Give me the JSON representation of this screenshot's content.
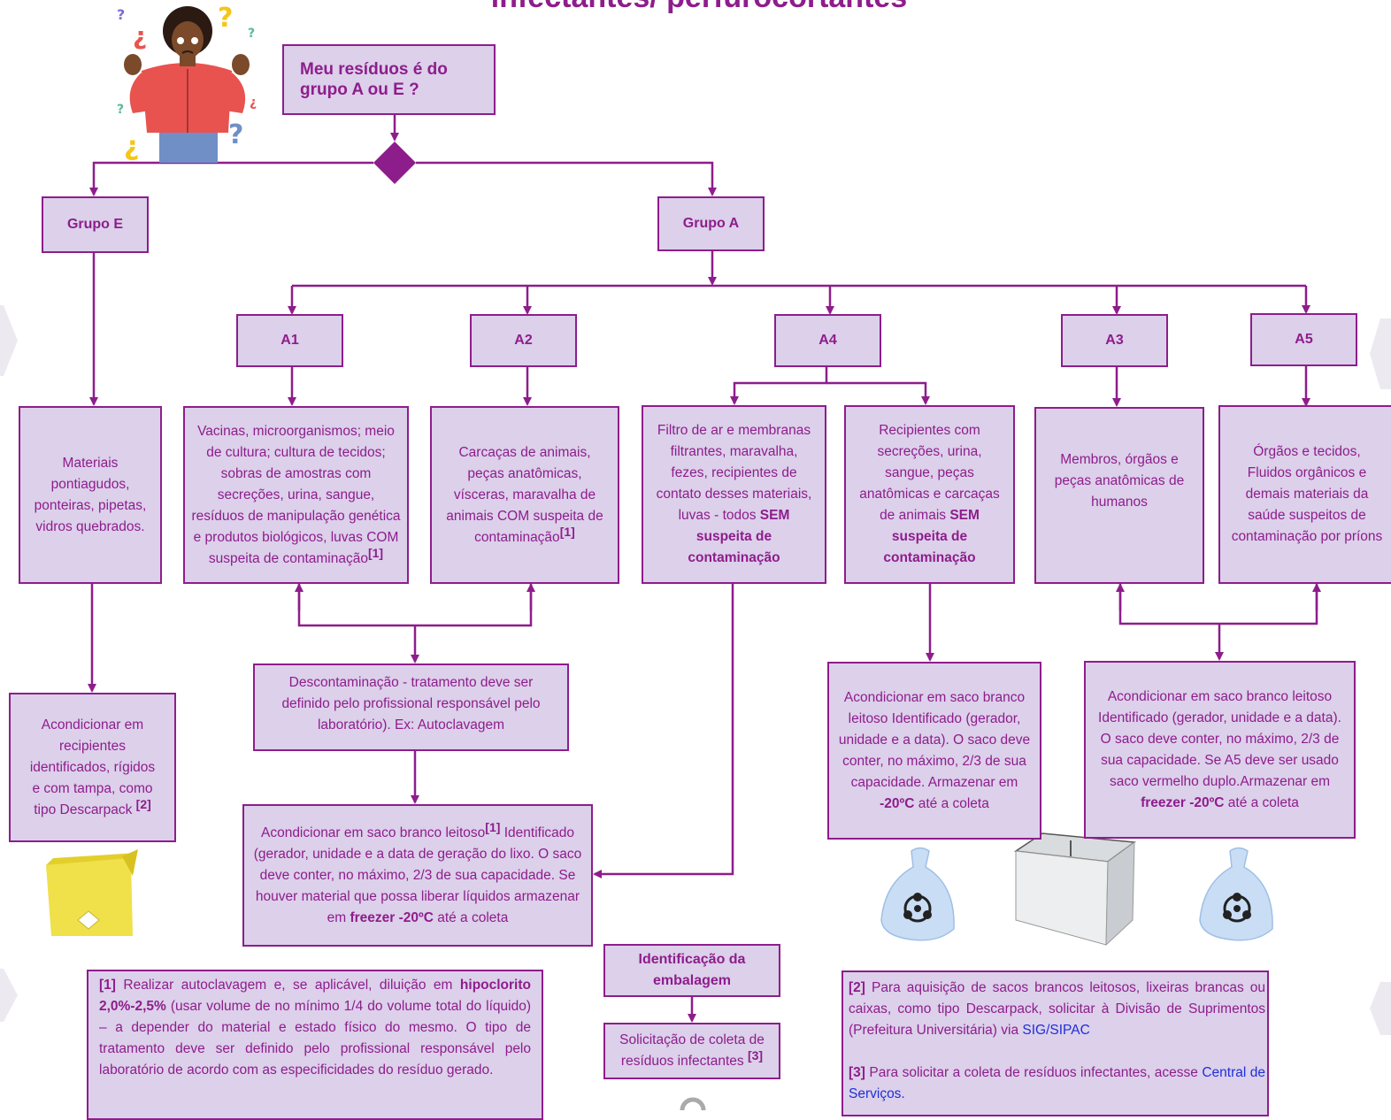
{
  "title": "infectantes/ perfurocortantes",
  "question": "Meu resíduos é do grupo A ou E ?",
  "groups": {
    "e": "Grupo E",
    "a": "Grupo A"
  },
  "subgroups": {
    "a1": "A1",
    "a2": "A2",
    "a4": "A4",
    "a3": "A3",
    "a5": "A5"
  },
  "descriptions": {
    "e": "Materiais pontiagudos, ponteiras, pipetas, vidros quebrados.",
    "a1": "Vacinas, microorganismos; meio de cultura; cultura de tecidos; sobras de amostras com secreções, urina, sangue, resíduos de manipulação genética e produtos biológicos, luvas COM suspeita de contaminação",
    "a1_ref": "[1]",
    "a2": "Carcaças de animais, peças anatômicas, vísceras, maravalha de animais COM suspeita de contaminação",
    "a2_ref": "[1]",
    "a4_left_pre": "Filtro de ar e membranas filtrantes, maravalha, fezes, recipientes de contato desses materiais, luvas - todos ",
    "a4_left_bold": "SEM suspeita de contaminação",
    "a4_right_pre": "Recipientes com secreções, urina, sangue, peças anatômicas e carcaças de animais ",
    "a4_right_bold": "SEM suspeita de contaminação",
    "a3": "Membros, órgãos e peças anatômicas de humanos",
    "a5": "Órgãos e tecidos, Fluidos orgânicos e demais materiais da saúde suspeitos de contaminação por príons"
  },
  "actions": {
    "e": "Acondicionar em recipientes identificados, rígidos e com tampa, como tipo Descarpack",
    "e_ref": "[2]",
    "decon": "Descontaminação - tratamento deve ser definido pelo profissional responsável pelo laboratório). Ex: Autoclavagem",
    "bag_main_1": "Acondicionar em saco branco leitoso",
    "bag_main_ref": "[1]",
    "bag_main_2": " Identificado (gerador, unidade e a data de geração do lixo. O saco deve conter, no máximo, 2/3 de sua capacidade. Se houver material que possa liberar líquidos armazenar em ",
    "bag_main_bold": "freezer -20ºC",
    "bag_main_3": " até a coleta",
    "bag_a4_1": "Acondicionar em saco branco leitoso Identificado (gerador, unidade e a data). O saco deve conter, no máximo, 2/3 de sua capacidade. Armazenar  em ",
    "bag_a4_bold": "-20ºC",
    "bag_a4_2": " até a coleta",
    "bag_a35_1": "Acondicionar em saco branco leitoso Identificado (gerador, unidade e a data). O saco deve conter, no máximo, 2/3 de sua capacidade. Se A5 deve ser usado saco vermelho duplo.Armazenar em ",
    "bag_a35_bold": "freezer -20ºC",
    "bag_a35_2": " até a coleta"
  },
  "identification": "Identificação da embalagem",
  "collection": "Solicitação de coleta de resíduos infectantes",
  "collection_ref": "[3]",
  "notes": {
    "n1_ref": "[1]",
    "n1_a": " Realizar autoclavagem e, se aplicável, diluição em ",
    "n1_bold": "hipoclorito 2,0%-2,5%",
    "n1_b": " (usar volume de no mínimo 1/4 do volume total do líquido) – a depender do material e estado físico do mesmo. O tipo de tratamento deve ser definido pelo profissional responsável pelo laboratório de acordo com as especificidades do resíduo gerado.",
    "n2_ref": "[2]",
    "n2_text": " Para aquisição de sacos brancos leitosos, lixeiras brancas ou caixas, como tipo Descarpack, solicitar à Divisão de Suprimentos (Prefeitura Universitária) via ",
    "n2_link": "SIG/SIPAC",
    "n3_ref": "[3]",
    "n3_text": " Para solicitar a coleta de resíduos infectantes, acesse ",
    "n3_link": "Central de Serviços."
  },
  "colors": {
    "accent": "#8e1d8c",
    "box_fill": "#dcd0ea",
    "link": "#1e2fd8"
  },
  "icons": [
    "confused-person-illustration",
    "sharps-container-icon",
    "biohazard-bag-icon",
    "chest-freezer-icon"
  ]
}
